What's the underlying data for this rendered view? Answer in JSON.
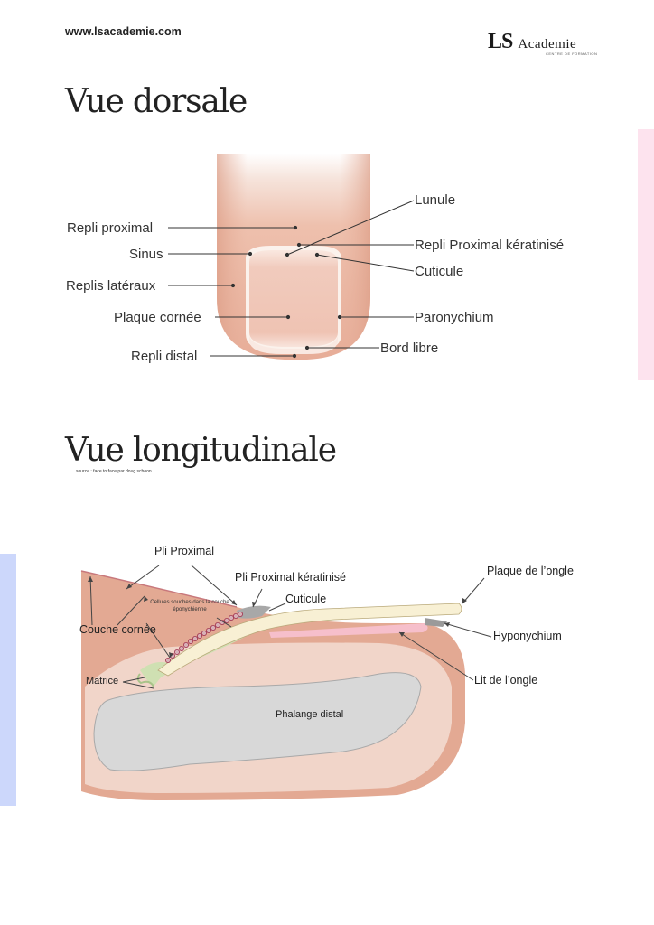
{
  "header": {
    "url": "www.lsacademie.com",
    "logo_initials": "LS",
    "logo_name": "Academie",
    "logo_tagline": "CENTRE DE FORMATION"
  },
  "dorsal": {
    "title": "Vue dorsale",
    "labels": {
      "repli_proximal": "Repli proximal",
      "sinus": "Sinus",
      "replis_lateraux": "Replis latéraux",
      "plaque_cornee": "Plaque cornée",
      "repli_distal": "Repli distal",
      "lunule": "Lunule",
      "repli_proximal_keratinise": "Repli Proximal kératinisé",
      "cuticule": "Cuticule",
      "paronychium": "Paronychium",
      "bord_libre": "Bord libre"
    }
  },
  "longitudinal": {
    "title": "Vue longitudinale",
    "source": "source : face to face par doug schoon",
    "labels": {
      "pli_proximal": "Pli Proximal",
      "pli_proximal_keratinise": "Pli Proximal kératinisé",
      "cuticule": "Cuticule",
      "plaque_ongle": "Plaque de l’ongle",
      "couche_cornee": "Couche cornée",
      "cellules_souches": "Cellules souches dans la couche éponychienne",
      "hyponychium": "Hyponychium",
      "matrice": "Matrice",
      "lit_ongle": "Lit de l’ongle",
      "phalange": "Phalange distal"
    }
  },
  "colors": {
    "skin": "#e3a993",
    "nail_plate": "#f1cfc2",
    "nail_long": "#f8f0d4",
    "matrix": "#cfe0b2",
    "bone": "#d8d8d8",
    "accent_pink": "#fde3ee",
    "accent_blue": "#ccd7fb"
  }
}
